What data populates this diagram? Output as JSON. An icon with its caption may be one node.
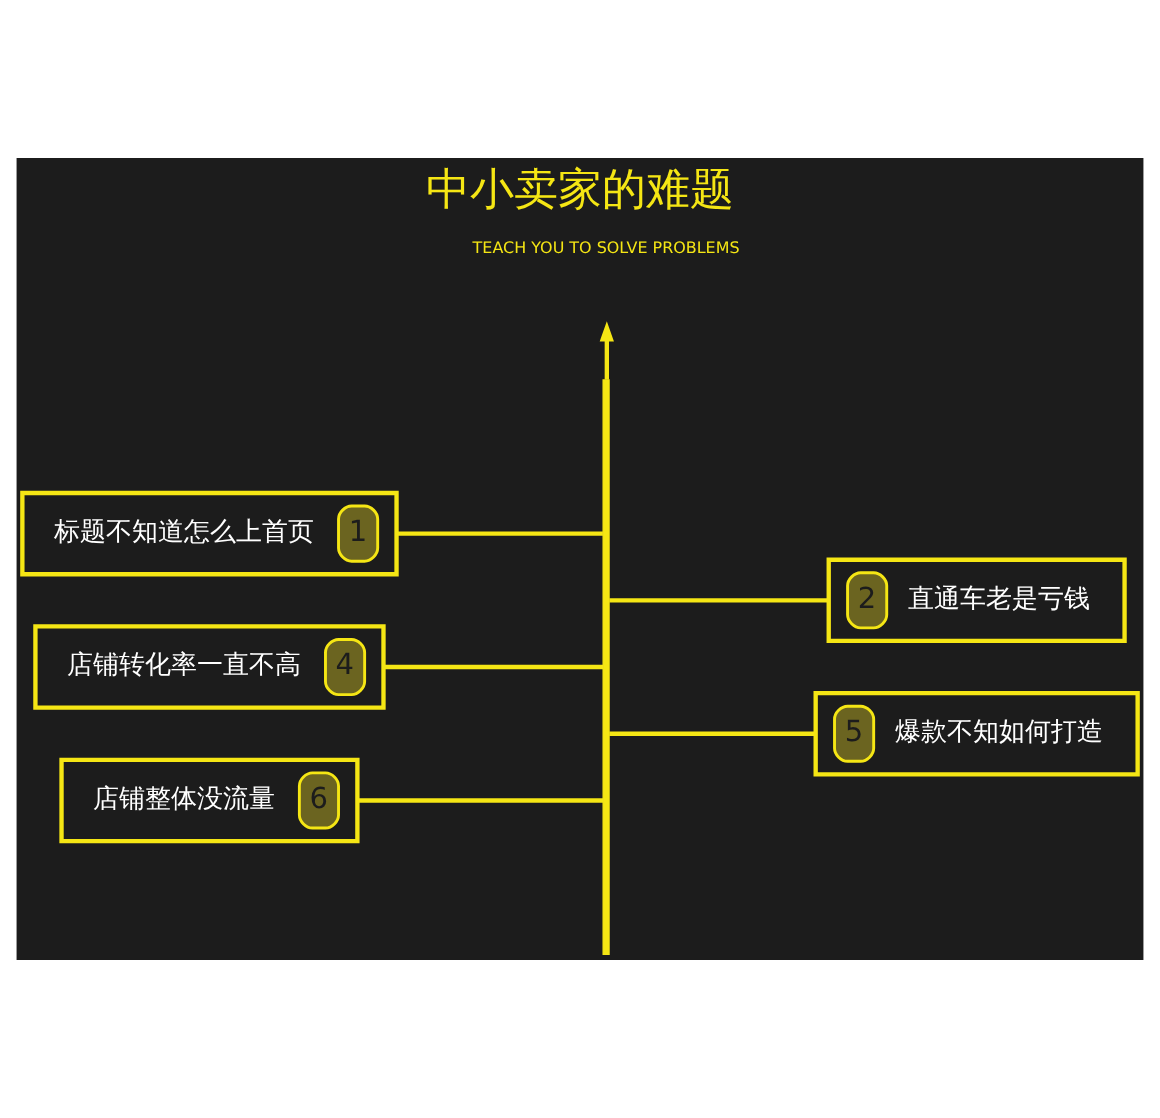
{
  "diagram": {
    "title": "中小卖家的难题",
    "nodes": [
      {
        "text": [
          "标题不知道怎么上首页",
          "1"
        ]
      },
      {
        "text": [
          "2",
          "直通车老是亏钱"
        ]
      },
      {
        "text": [
          "店铺转化率一直不高",
          "4"
        ]
      },
      {
        "text": [
          "5",
          "爆款不知如何打造"
        ]
      },
      {
        "text": [
          "店铺整体没流量",
          "6"
        ]
      },
      {
        "text": [],
        "shape": "bar"
      }
    ],
    "edges": [
      {
        "from": 0,
        "to": 5,
        "arrow": "none"
      },
      {
        "from": 1,
        "to": 5,
        "arrow": "none"
      },
      {
        "from": 2,
        "to": 5,
        "arrow": "none"
      },
      {
        "from": 3,
        "to": 5,
        "arrow": "none"
      },
      {
        "from": 4,
        "to": 5,
        "arrow": "none"
      },
      {
        "from": 5,
        "to": null,
        "arrow": "to"
      }
    ],
    "labels": [
      "TEACH YOU TO SOLVE PROBLEMS"
    ]
  }
}
